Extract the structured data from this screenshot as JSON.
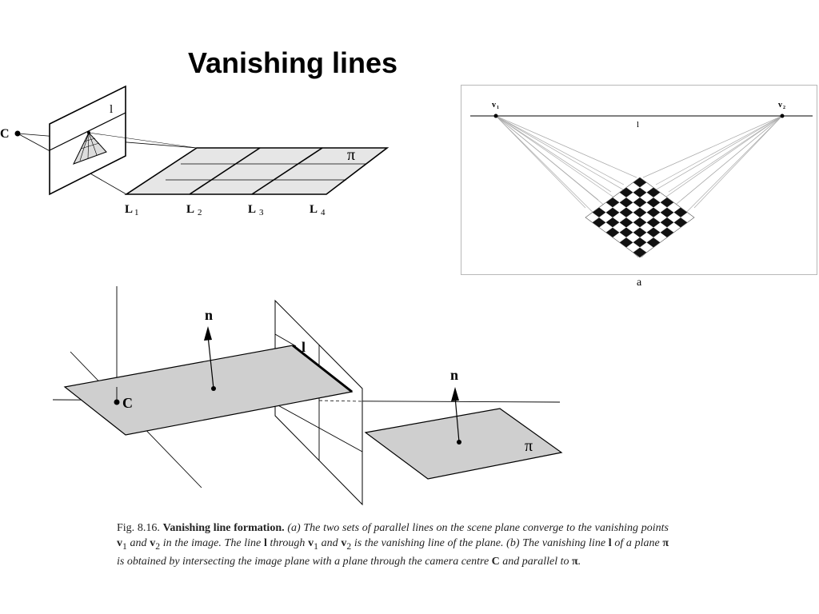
{
  "title": "Vanishing lines",
  "fig1": {
    "camera_label": "C",
    "line_label": "l",
    "plane_label": "π",
    "lines": [
      {
        "main": "L",
        "sub": "1"
      },
      {
        "main": "L",
        "sub": "2"
      },
      {
        "main": "L",
        "sub": "3"
      },
      {
        "main": "L",
        "sub": "4"
      }
    ]
  },
  "fig2": {
    "v1_main": "v",
    "v1_sub": "1",
    "v2_main": "v",
    "v2_sub": "2",
    "line_label": "l",
    "panel_label": "a"
  },
  "fig3": {
    "normal1": "n",
    "normal2": "n",
    "line_label": "l",
    "camera_label": "C",
    "plane_label": "π"
  },
  "caption": {
    "fig_no": "Fig. 8.16.",
    "heading": "Vanishing line formation.",
    "t1": "(a) The two sets of parallel lines on the scene plane converge to the vanishing points",
    "v": "v",
    "s1": "1",
    "t2": "and",
    "s2": "2",
    "t3": "in the image. The line",
    "l": "l",
    "t4": "through",
    "t5": "and",
    "t6": "is the vanishing line of the plane. (b) The vanishing line",
    "t7": "of a plane",
    "pi": "π",
    "t8": "is obtained by intersecting the image plane with a plane through the camera centre",
    "c": "C",
    "t9": "and parallel to",
    "end": "."
  }
}
